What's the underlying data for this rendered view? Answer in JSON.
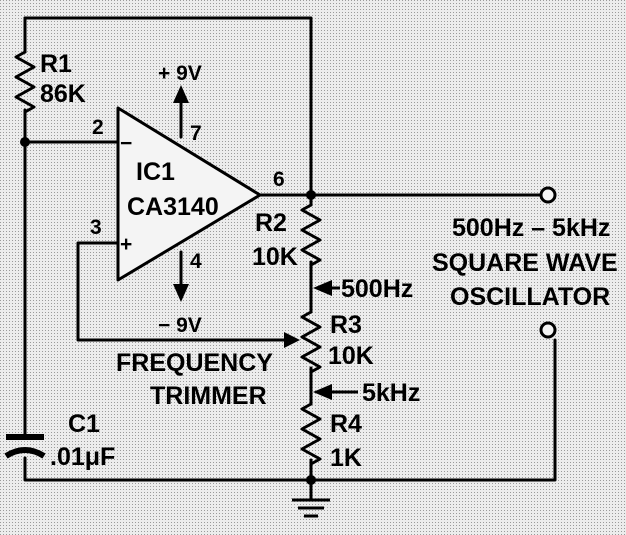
{
  "circuit": {
    "title": "500Hz – 5kHz",
    "subtitle_line1": "SQUARE WAVE",
    "subtitle_line2": "OSCILLATOR"
  },
  "ic": {
    "ref": "IC1",
    "part": "CA3140",
    "pin2": "2",
    "pin3": "3",
    "pin4": "4",
    "pin6": "6",
    "pin7": "7",
    "inv_symbol": "−",
    "noninv_symbol": "+"
  },
  "supply": {
    "positive": "+ 9V",
    "negative": "− 9V"
  },
  "components": {
    "r1_ref": "R1",
    "r1_value": "86K",
    "r2_ref": "R2",
    "r2_value": "10K",
    "r3_ref": "R3",
    "r3_value": "10K",
    "r4_ref": "R4",
    "r4_value": "1K",
    "c1_ref": "C1",
    "c1_value": ".01μF"
  },
  "annotations": {
    "tap_500": "500Hz",
    "tap_5k": "5kHz",
    "trimmer_line1": "FREQUENCY",
    "trimmer_line2": "TRIMMER"
  }
}
